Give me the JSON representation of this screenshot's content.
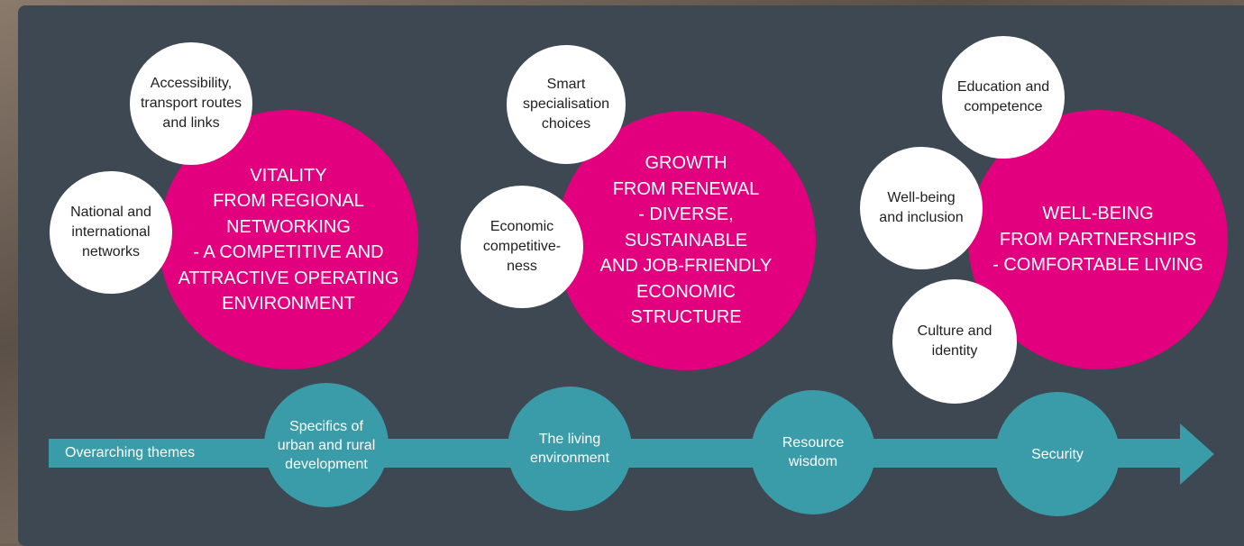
{
  "pillars": [
    {
      "title": "VITALITY\nFROM REGIONAL\nNETWORKING\n- A COMPETITIVE AND\nATTRACTIVE OPERATING\nENVIRONMENT",
      "topics": [
        "Accessibility,\ntransport routes\nand links",
        "National and\ninternational\nnetworks"
      ]
    },
    {
      "title": "GROWTH\nFROM RENEWAL\n- DIVERSE,\nSUSTAINABLE\nAND JOB-FRIENDLY\nECONOMIC\nSTRUCTURE",
      "topics": [
        "Smart\nspecialisation\nchoices",
        "Economic\ncompetitive-\nness"
      ]
    },
    {
      "title": "WELL-BEING\nFROM PARTNERSHIPS\n-  COMFORTABLE LIVING",
      "topics": [
        "Education and\ncompetence",
        "Well-being\nand inclusion",
        "Culture and\nidentity"
      ]
    }
  ],
  "overarching": {
    "label": "Overarching themes",
    "themes": [
      "Specifics of\nurban and rural\ndevelopment",
      "The living\nenvironment",
      "Resource\nwisdom",
      "Security"
    ]
  },
  "colors": {
    "panel": "#3d4852",
    "pillar": "#e3007e",
    "topic": "#ffffff",
    "theme": "#3a9ca9"
  }
}
